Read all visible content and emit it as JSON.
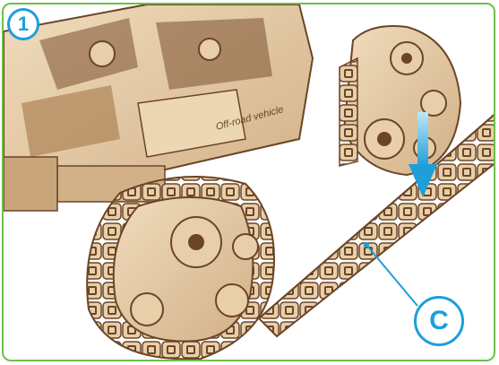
{
  "step": {
    "number": "1"
  },
  "model": {
    "side_label": "Off-road vehicle"
  },
  "callout": {
    "label": "C"
  },
  "colors": {
    "frame_border": "#6cc04a",
    "accent": "#1d9fd9",
    "wood_light": "#e8cfa9",
    "wood_mid": "#c9a57a",
    "wood_dark": "#6b4527"
  },
  "icons": {
    "arrow": "arrow-down-icon"
  }
}
